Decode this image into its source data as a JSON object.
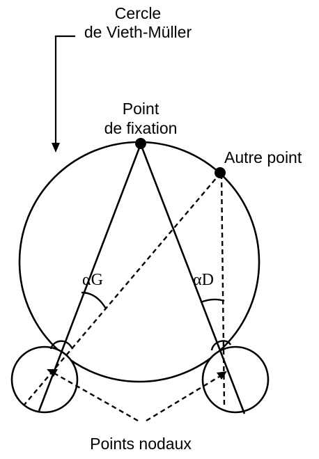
{
  "labels": {
    "circle_line1": "Cercle",
    "circle_line2": "de Vieth-Müller",
    "fixation_line1": "Point",
    "fixation_line2": "de fixation",
    "other_point": "Autre point",
    "angle_left": "αG",
    "angle_right": "αD",
    "nodal_points": "Points nodaux"
  },
  "colors": {
    "stroke": "#000000",
    "background": "#ffffff"
  }
}
